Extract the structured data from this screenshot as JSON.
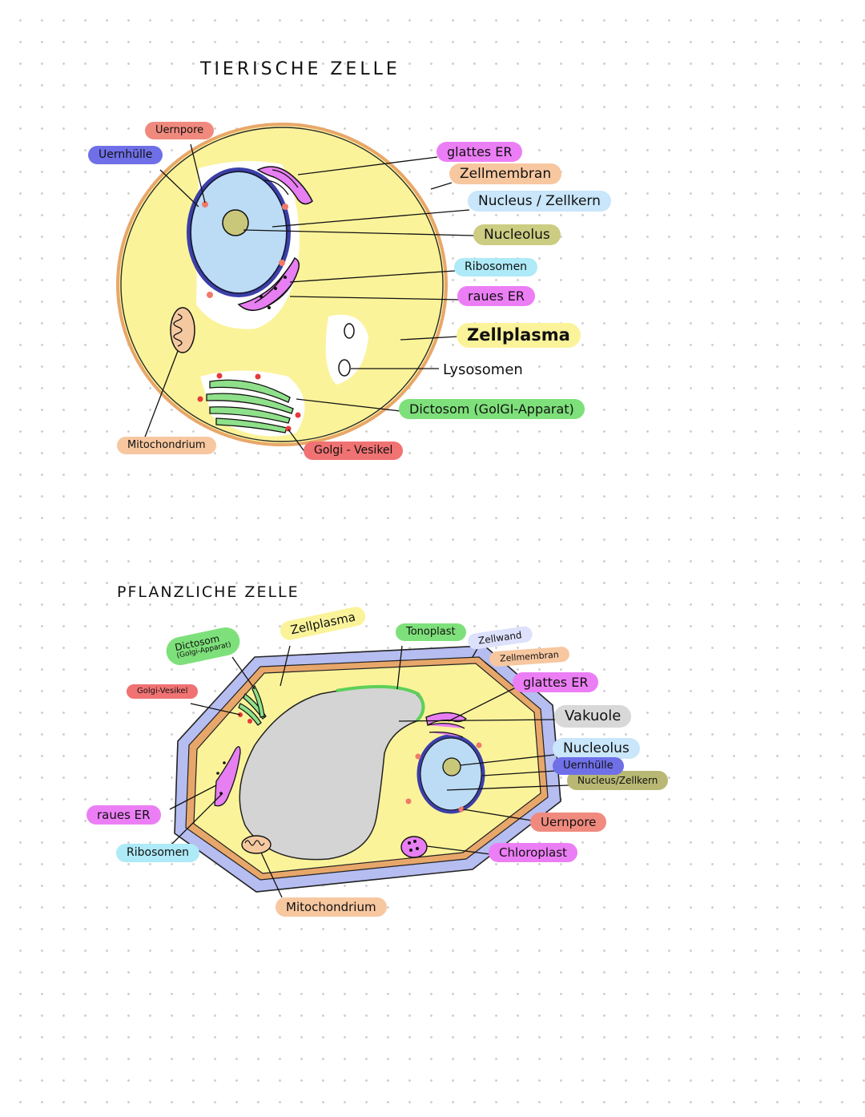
{
  "animal_cell": {
    "title": "TIERISCHE ZELLE",
    "labels": {
      "kernpore": "Uernpore",
      "kernhuelle": "Uernhülle",
      "glattes_er": "glattes ER",
      "zellmembran": "Zellmembran",
      "nucleus": "Nucleus / Zellkern",
      "nucleolus": "Nucleolus",
      "ribosomen": "Ribosomen",
      "raues_er": "raues ER",
      "zellplasma": "Zellplasma",
      "lysosomen": "Lysosomen",
      "dictosom": "Dictosom (GolGI-Apparat)",
      "mitochondrium": "Mitochondrium",
      "golgi_vesikel": "Golgi - Vesikel"
    }
  },
  "plant_cell": {
    "title": "PFLANZLICHE ZELLE",
    "labels": {
      "dictosom_line1": "Dictosom",
      "dictosom_line2": "(Golgi-Apparat)",
      "zellplasma": "Zellplasma",
      "tonoplast": "Tonoplast",
      "zellwand": "Zellwand",
      "zellmembran": "Zellmembran",
      "golgi_vesikel": "Golgi-Vesikel",
      "glattes_er": "glattes ER",
      "vakuole": "Vakuole",
      "nucleolus": "Nucleolus",
      "kernhuelle": "Uernhülle",
      "nucleus": "Nucleus/Zellkern",
      "raues_er": "raues ER",
      "ribosomen": "Ribosomen",
      "kernpore": "Uernpore",
      "chloroplast": "Chloroplast",
      "mitochondrium": "Mitochondrium"
    }
  },
  "colors": {
    "cytoplasm": "#fbf39a",
    "nucleus": "#bcdcf5",
    "nucleolus": "#c9c77a",
    "er": "#e77ef2",
    "golgi": "#8fe08a",
    "vacuole": "#d4d4d4",
    "vesicle": "#e53a3a",
    "membrane": "#e8a76a",
    "cell_wall": "#b6bdf0"
  }
}
